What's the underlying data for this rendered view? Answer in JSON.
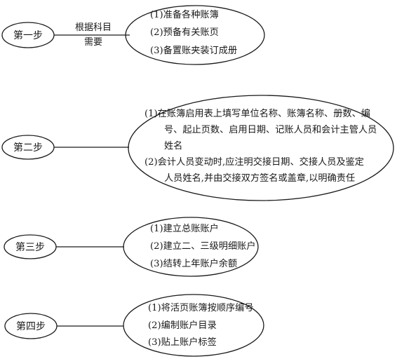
{
  "steps": [
    {
      "label": "第一步",
      "note_lines": [
        "根据科目",
        "需要"
      ],
      "items": [
        [
          "(1)准备各种账簿"
        ],
        [
          "(2)预备有关账页"
        ],
        [
          "(3)备置账夹装订成册"
        ]
      ]
    },
    {
      "label": "第二步",
      "items": [
        [
          "(1)在账簿启用表上填写单位名称、账簿名称、册数、编",
          "号、起止页数、启用日期、记账人员和会计主管人员",
          "姓名"
        ],
        [
          "(2)会计人员变动时,应注明交接日期、交接人员及鉴定",
          "人员姓名,并由交接双方签名或盖章,以明确责任"
        ]
      ]
    },
    {
      "label": "第三步",
      "items": [
        [
          "(1)建立总账账户"
        ],
        [
          "(2)建立二、三级明细账户"
        ],
        [
          "(3)结转上年账户余额"
        ]
      ]
    },
    {
      "label": "第四步",
      "items": [
        [
          "(1)将活页账簿按顺序编号"
        ],
        [
          "(2)编制账户目录"
        ],
        [
          "(3)贴上账户标签"
        ]
      ]
    }
  ]
}
